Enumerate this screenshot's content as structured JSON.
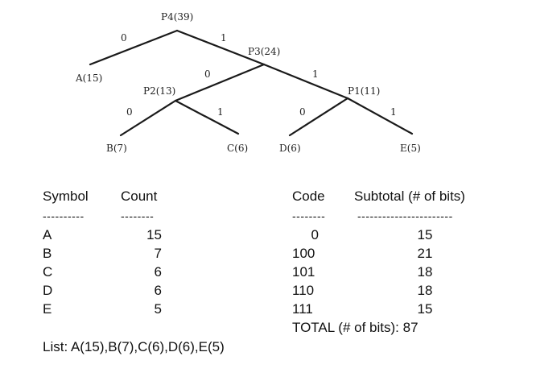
{
  "tree": {
    "nodes": {
      "p4": "P4(39)",
      "p3": "P3(24)",
      "p2": "P2(13)",
      "p1": "P1(11)",
      "a": "A(15)",
      "b": "B(7)",
      "c": "C(6)",
      "d": "D(6)",
      "e": "E(5)"
    },
    "edge_labels": {
      "p4_a": "0",
      "p4_p3": "1",
      "p3_p2": "0",
      "p3_p1": "1",
      "p2_b": "0",
      "p2_c": "1",
      "p1_d": "0",
      "p1_e": "1"
    }
  },
  "left_table": {
    "headers": {
      "symbol": "Symbol",
      "count": "Count"
    },
    "dashes": {
      "symbol": "----------",
      "count": "--------"
    },
    "rows": [
      {
        "symbol": "A",
        "count": "15"
      },
      {
        "symbol": "B",
        "count": "7"
      },
      {
        "symbol": "C",
        "count": "6"
      },
      {
        "symbol": "D",
        "count": "6"
      },
      {
        "symbol": "E",
        "count": "5"
      }
    ]
  },
  "right_table": {
    "headers": {
      "code": "Code",
      "subtotal": "Subtotal (# of bits)"
    },
    "dashes": {
      "code": "--------",
      "subtotal": "-----------------------"
    },
    "rows": [
      {
        "code": "0",
        "subtotal": "15"
      },
      {
        "code": "100",
        "subtotal": "21"
      },
      {
        "code": "101",
        "subtotal": "18"
      },
      {
        "code": "110",
        "subtotal": "18"
      },
      {
        "code": "111",
        "subtotal": "15"
      }
    ],
    "total": "TOTAL (# of bits): 87"
  },
  "list_line": "List: A(15),B(7),C(6),D(6),E(5)"
}
